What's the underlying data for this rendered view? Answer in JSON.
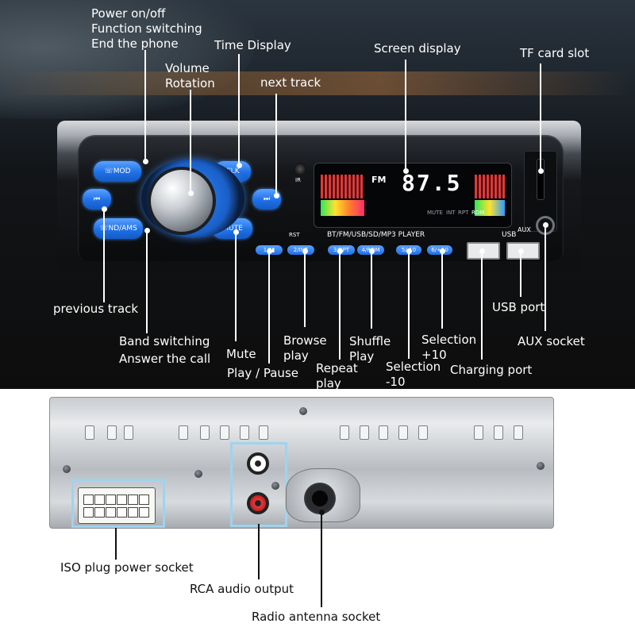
{
  "radio": {
    "buttons": {
      "mode": "☏MOD",
      "clk": "CLK",
      "prev": "⏮",
      "next": "⏭",
      "band": "☏ND/AMS",
      "mute": "MUTE",
      "rst": "RST",
      "p1": "1/▮▮",
      "p2": "2/INT",
      "p3": "3/RPT",
      "p4": "4/RDM",
      "p5": "5/-10",
      "p6": "6/+10"
    },
    "screen": {
      "band": "FM",
      "freq": "87.5",
      "ind_mute": "MUTE",
      "ind_int": "INT",
      "ind_rpt": "RPT",
      "ind_rdm": "RDM"
    },
    "player_label": "BT/FM/USB/SD/MP3  PLAYER",
    "usb_label": "USB",
    "aux_label": "AUX"
  },
  "labels": {
    "power": [
      "Power on/off",
      "Function switching",
      "End the phone"
    ],
    "time_display": "Time Display",
    "volume": [
      "Volume",
      "Rotation"
    ],
    "next_track": "next track",
    "screen_display": "Screen display",
    "tf_card": "TF card slot",
    "previous_track": "previous track",
    "band_switching": [
      "Band switching",
      "Answer the call"
    ],
    "mute": "Mute",
    "play_pause": "Play / Pause",
    "browse": [
      "Browse",
      "play"
    ],
    "repeat": [
      "Repeat",
      "play"
    ],
    "shuffle": [
      "Shuffle",
      "Play"
    ],
    "selection_minus": [
      "Selection",
      "-10"
    ],
    "selection_plus": [
      "Selection",
      "+10"
    ],
    "charging_port": "Charging port",
    "usb_port": "USB port",
    "aux_socket": "AUX socket",
    "iso_plug": "ISO plug power socket",
    "rca_output": "RCA audio output",
    "antenna": "Radio antenna socket"
  }
}
